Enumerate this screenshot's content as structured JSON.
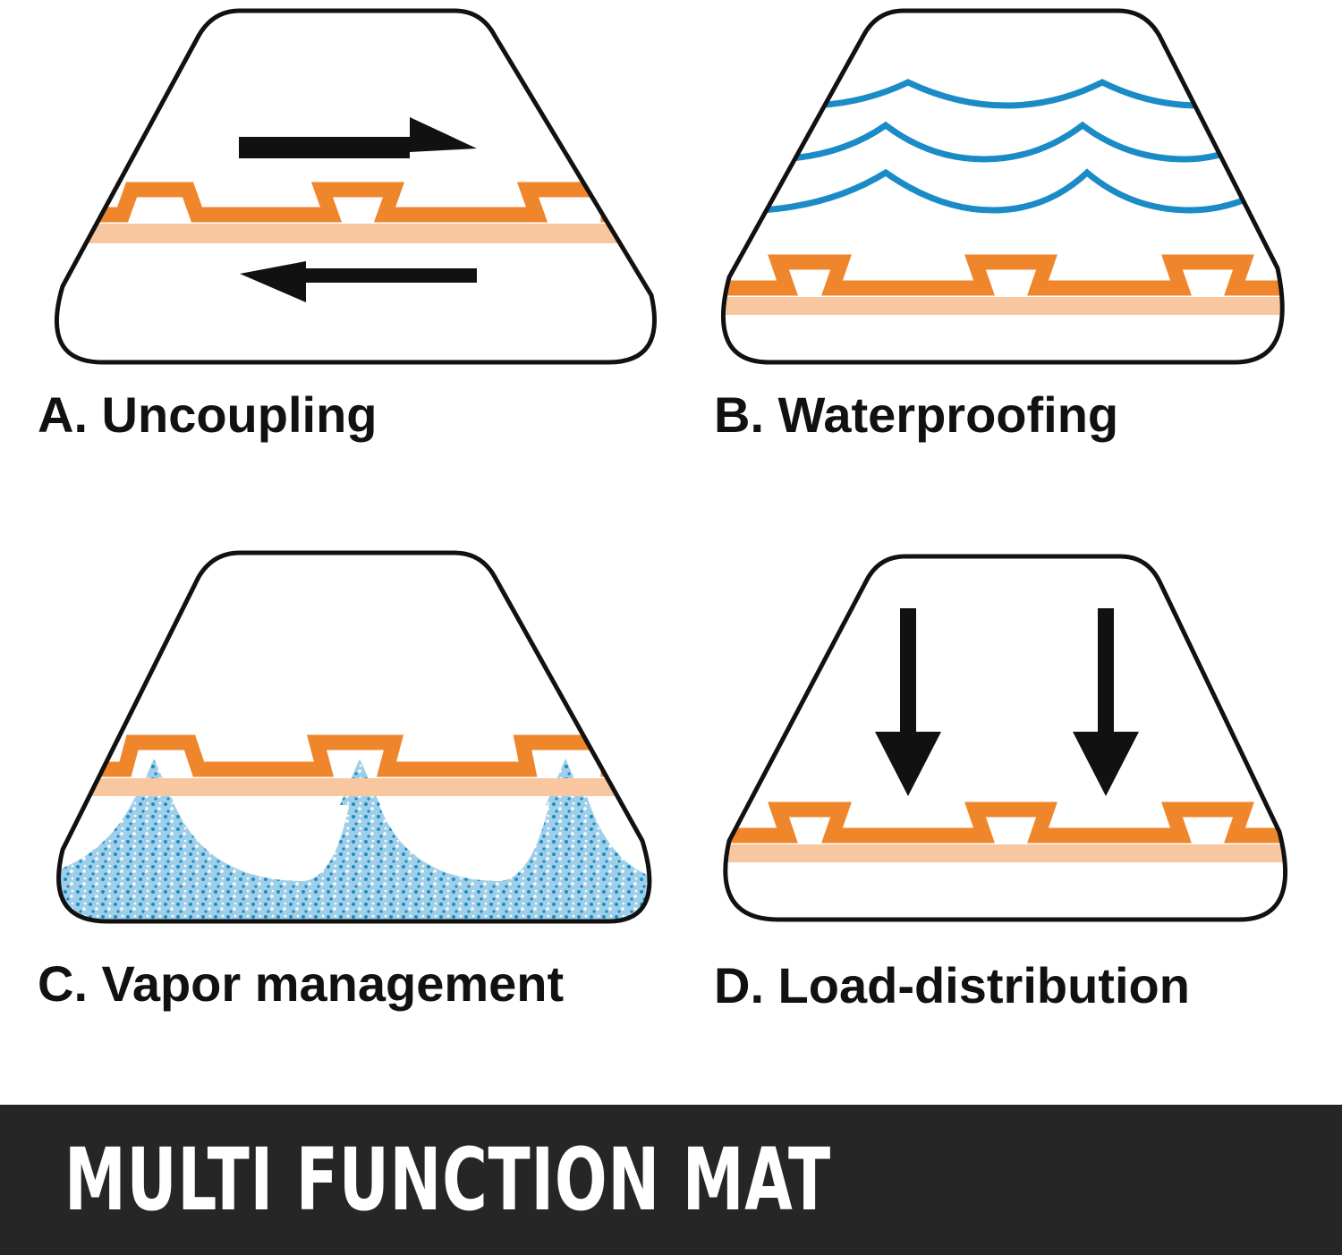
{
  "panels": [
    {
      "id": "a",
      "label": "A. Uncoupling",
      "icon": "opposing-arrows-icon"
    },
    {
      "id": "b",
      "label": "B. Waterproofing",
      "icon": "water-waves-icon"
    },
    {
      "id": "c",
      "label": "C. Vapor management",
      "icon": "vapor-icon"
    },
    {
      "id": "d",
      "label": "D. Load-distribution",
      "icon": "down-arrows-icon"
    }
  ],
  "banner": {
    "title": "MULTI FUNCTION MAT"
  },
  "colors": {
    "mat_orange": "#f0862c",
    "mat_underlayer": "#f8c7a0",
    "water_blue": "#1a8bc6",
    "outline": "#111111",
    "banner_bg": "#262626"
  }
}
